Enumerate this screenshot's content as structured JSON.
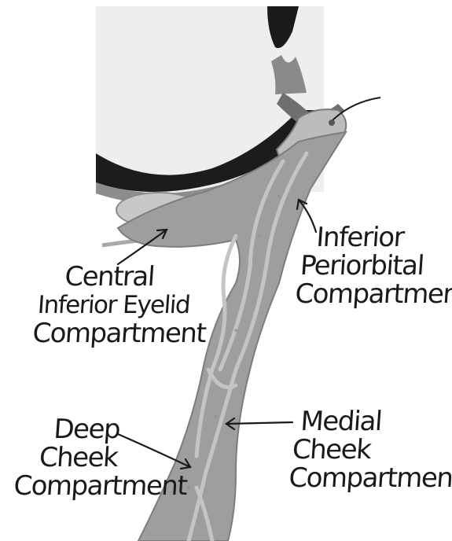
{
  "labels": {
    "inferior_periorbital": [
      "Inferior",
      "Periorbital",
      "Compartment"
    ],
    "central_inferior_eyelid": [
      "Central",
      "Inferior Eyelid",
      "Compartment"
    ],
    "deep_cheek": [
      "Deep",
      "Cheek",
      "Compartment"
    ],
    "medial_cheek": [
      "Medial",
      "Cheek",
      "Compartment"
    ]
  },
  "colors": {
    "globe": "#ececec",
    "globe_rim": "#1c1c1c",
    "tissue": "#9c9c9c",
    "tissue_dark": "#7f7f7f",
    "septa": "#bdbdbd",
    "fat_pad": "#c9c9c9",
    "ink": "#1a1a1a"
  }
}
